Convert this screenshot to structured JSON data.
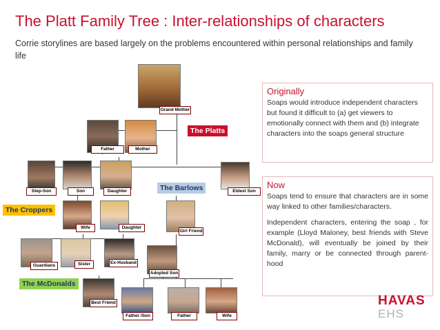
{
  "title": "The Platt Family Tree : Inter-relationships of characters",
  "subtitle": "Corrie storylines are based largely on the problems encountered within personal relationships and family life",
  "groups": {
    "platts": "The Platts",
    "barlows": "The Barlows",
    "croppers": "The Croppers",
    "mcdonalds": "The McDonalds"
  },
  "characters": {
    "grand_mother": "Grand Mother",
    "father": "Father",
    "mother": "Mother",
    "step_son": "Step-Son",
    "son": "Son",
    "daughter": "Daughter",
    "eldest_son": "Eldest Son",
    "wife": "Wife",
    "daughter2": "Daughter",
    "girl_friend": "Girl Friend",
    "guardians": "Guardians",
    "sister": "Sister",
    "ex_husband": "Ex-Husband",
    "adopted_son": "Adopted Son",
    "best_friend": "Best Friend",
    "father_son": "Father /Son",
    "father2": "Father",
    "wife2": "Wife"
  },
  "originally": {
    "heading": "Originally",
    "text": "Soaps would introduce independent characters but found it difficult to (a) get viewers to emotionally connect with them and (b) integrate characters into the soaps general structure"
  },
  "now": {
    "heading": "Now",
    "text1": "Soaps tend to ensure that characters are in some way  linked to other families/characters.",
    "text2": "Independent characters, entering the soap , for example (Lloyd Maloney, best friends with Steve McDonald), will eventually be joined by their family, marry or be connected through parent-hood"
  },
  "logo": {
    "brand": "HAVAS",
    "sub": "EHS"
  },
  "colors": {
    "title": "#c8102e",
    "platts": "#c8102e",
    "barlows": "#b8cce4",
    "croppers": "#ffc000",
    "mcdonalds": "#92d050"
  }
}
